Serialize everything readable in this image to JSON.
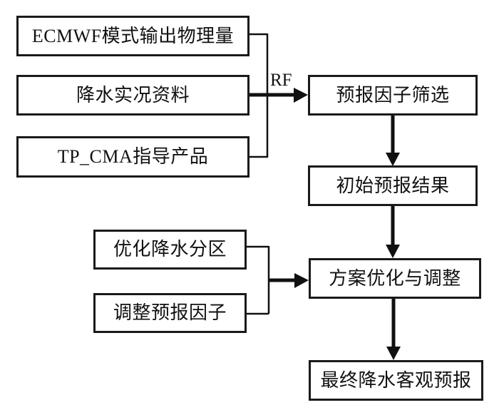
{
  "diagram": {
    "type": "flowchart",
    "nodes": {
      "ecmwf": {
        "label": "ECMWF模式输出物理量"
      },
      "obs": {
        "label": "降水实况资料"
      },
      "tpcma": {
        "label": "TP_CMA指导产品"
      },
      "screening": {
        "label": "预报因子筛选"
      },
      "initial": {
        "label": "初始预报结果"
      },
      "zone": {
        "label": "优化降水分区"
      },
      "factor": {
        "label": "调整预报因子"
      },
      "scheme": {
        "label": "方案优化与调整"
      },
      "final": {
        "label": "最终降水客观预报"
      }
    },
    "edge_labels": {
      "rf": "RF"
    },
    "edges": [
      {
        "from": "ecmwf",
        "to": "screening",
        "label": "RF"
      },
      {
        "from": "obs",
        "to": "screening",
        "label": "RF"
      },
      {
        "from": "tpcma",
        "to": "screening",
        "label": "RF"
      },
      {
        "from": "screening",
        "to": "initial",
        "label": ""
      },
      {
        "from": "initial",
        "to": "scheme",
        "label": ""
      },
      {
        "from": "zone",
        "to": "scheme",
        "label": ""
      },
      {
        "from": "factor",
        "to": "scheme",
        "label": ""
      },
      {
        "from": "scheme",
        "to": "final",
        "label": ""
      }
    ],
    "colors": {
      "line": "#111111",
      "box_border": "#1a1a1a",
      "background": "#ffffff",
      "text": "#111111"
    }
  }
}
